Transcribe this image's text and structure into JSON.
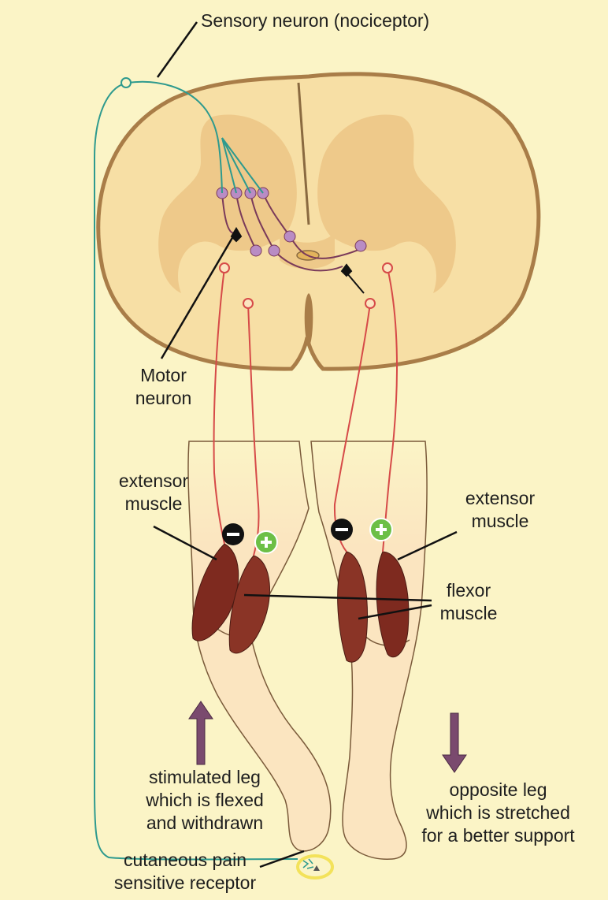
{
  "labels": {
    "sensory_neuron": "Sensory neuron (nociceptor)",
    "motor_neuron_line1": "Motor",
    "motor_neuron_line2": "neuron",
    "extensor_left_line1": "extensor",
    "extensor_left_line2": "muscle",
    "extensor_right_line1": "extensor",
    "extensor_right_line2": "muscle",
    "flexor_line1": "flexor",
    "flexor_line2": "muscle",
    "stimulated_line1": "stimulated leg",
    "stimulated_line2": "which is flexed",
    "stimulated_line3": "and withdrawn",
    "receptor_line1": "cutaneous pain",
    "receptor_line2": "sensitive receptor",
    "opposite_line1": "opposite leg",
    "opposite_line2": "which is stretched",
    "opposite_line3": "for a better support"
  },
  "symbols": {
    "inhibit": "−",
    "excite": "+"
  },
  "colors": {
    "background": "#fbf4c6",
    "spinal_white_matter": "#f7dfa5",
    "spinal_gray_matter": "#eec98a",
    "sensory_neuron": "#2e9a8e",
    "motor_neuron": "#d64a48",
    "interneuron": "#b98cc4",
    "muscle": "#7e2a1f",
    "arrow": "#7a4a6e",
    "skin": "#fbe5c0"
  }
}
